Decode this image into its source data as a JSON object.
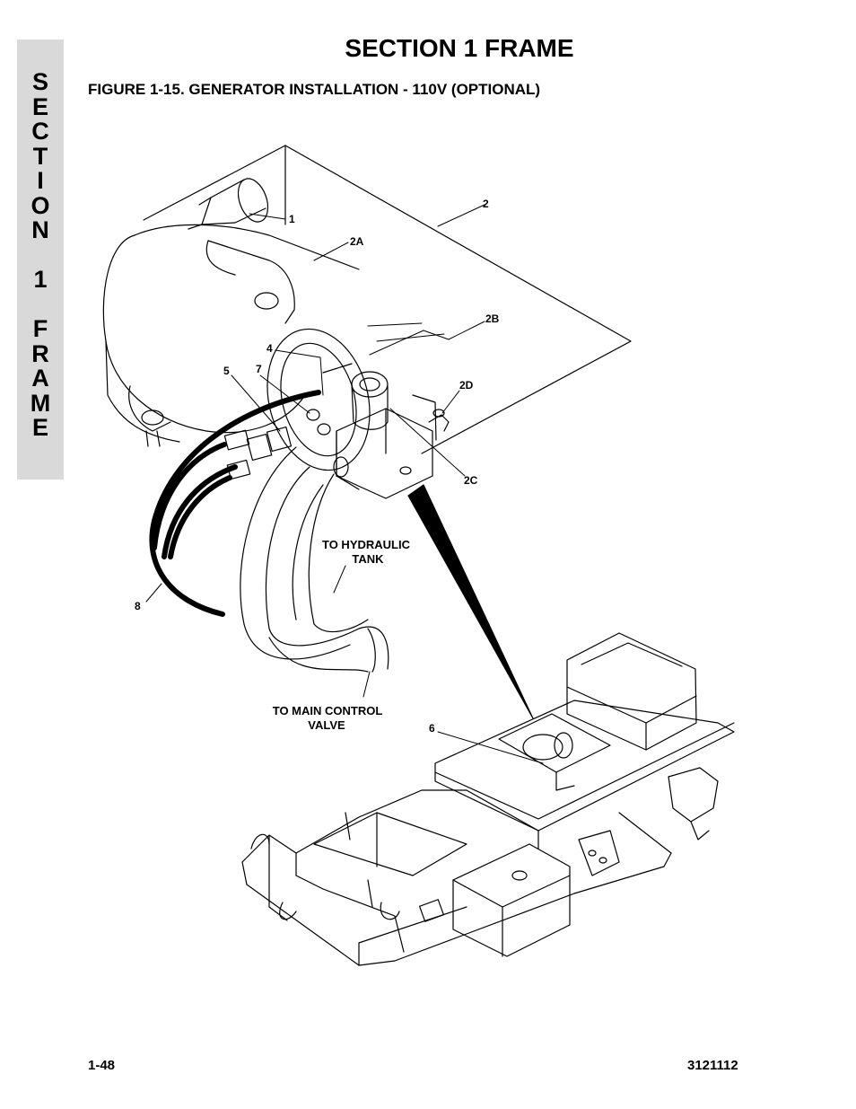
{
  "side_tab": {
    "letters": [
      "S",
      "E",
      "C",
      "T",
      "I",
      "O",
      "N",
      "",
      "1",
      "",
      "F",
      "R",
      "A",
      "M",
      "E"
    ]
  },
  "header": {
    "section_title": "SECTION 1  FRAME",
    "figure_title": "FIGURE 1-15.  GENERATOR INSTALLATION - 110V (OPTIONAL)"
  },
  "figure": {
    "callouts": {
      "c1": "1",
      "c2": "2",
      "c2a": "2A",
      "c2b": "2B",
      "c2c": "2C",
      "c2d": "2D",
      "c4": "4",
      "c5": "5",
      "c6": "6",
      "c7": "7",
      "c8": "8"
    },
    "notes": {
      "hydraulic_line1": "TO HYDRAULIC",
      "hydraulic_line2": "TANK",
      "valve_line1": "TO MAIN CONTROL",
      "valve_line2": "VALVE"
    }
  },
  "footer": {
    "page_number": "1-48",
    "document_number": "3121112"
  }
}
